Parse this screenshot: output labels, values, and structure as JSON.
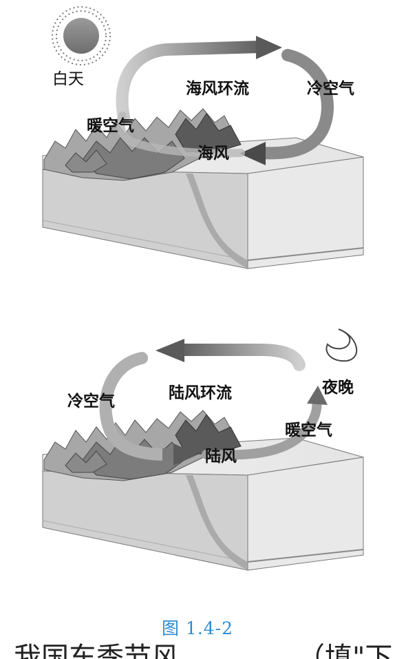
{
  "day_panel": {
    "time_label": "白天",
    "circulation_title": "海风环流",
    "cold_air_label": "冷空气",
    "warm_air_label": "暖空气",
    "wind_label": "海风",
    "sun_icon": "sun-icon"
  },
  "night_panel": {
    "time_label": "夜晚",
    "circulation_title": "陆风环流",
    "cold_air_label": "冷空气",
    "warm_air_label": "暖空气",
    "wind_label": "陆风",
    "moon_icon": "crescent-moon-icon"
  },
  "caption": "图 1.4-2",
  "cut_text_left": "我国东季节风",
  "cut_text_right": "（填\"下"
}
